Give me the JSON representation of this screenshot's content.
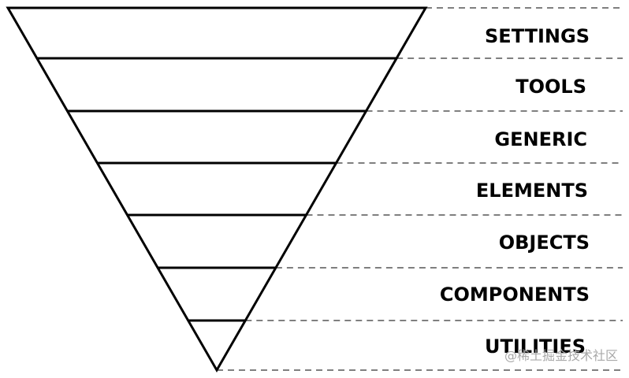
{
  "diagram": {
    "layers": [
      "SETTINGS",
      "TOOLS",
      "GENERIC",
      "ELEMENTS",
      "OBJECTS",
      "COMPONENTS",
      "UTILITIES"
    ]
  },
  "watermark": "@稀土掘金技术社区",
  "colors": {
    "stroke": "#000000",
    "dashed_line": "#333333",
    "watermark": "#a8a8a8"
  }
}
